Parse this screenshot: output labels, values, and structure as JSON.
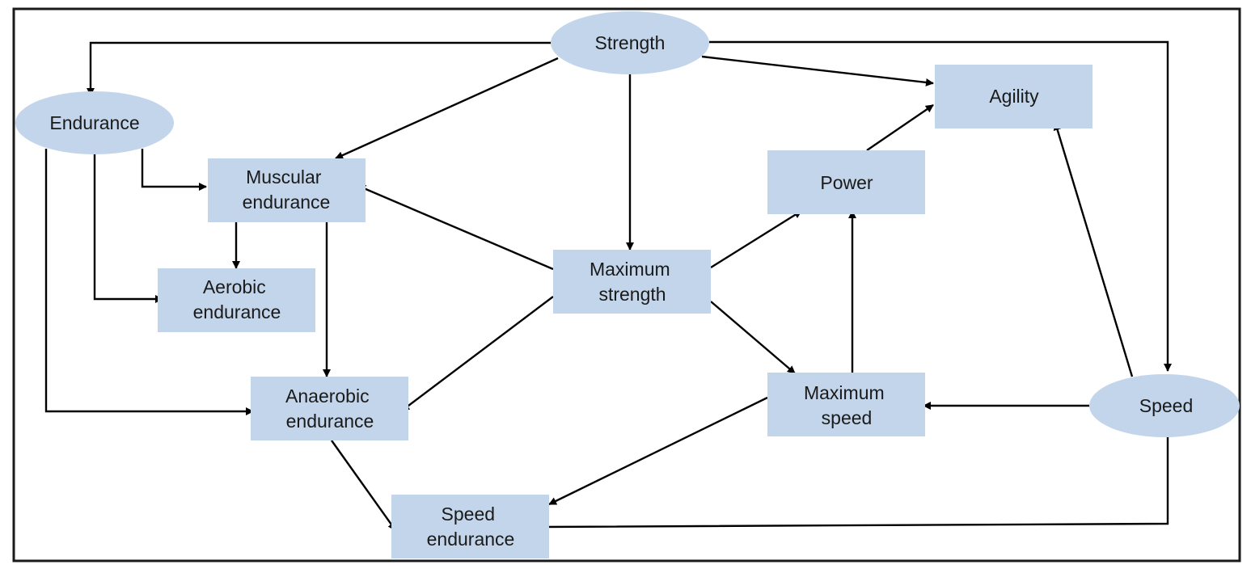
{
  "diagram": {
    "nodes": {
      "strength": {
        "lines": [
          "Strength"
        ]
      },
      "endurance": {
        "lines": [
          "Endurance"
        ]
      },
      "agility": {
        "lines": [
          "Agility"
        ]
      },
      "muscular_endurance": {
        "lines": [
          "Muscular",
          "endurance"
        ]
      },
      "power": {
        "lines": [
          "Power"
        ]
      },
      "aerobic_endurance": {
        "lines": [
          "Aerobic",
          "endurance"
        ]
      },
      "maximum_strength": {
        "lines": [
          "Maximum",
          "strength"
        ]
      },
      "anaerobic_endurance": {
        "lines": [
          "Anaerobic",
          "endurance"
        ]
      },
      "maximum_speed": {
        "lines": [
          "Maximum",
          "speed"
        ]
      },
      "speed": {
        "lines": [
          "Speed"
        ]
      },
      "speed_endurance": {
        "lines": [
          "Speed",
          "endurance"
        ]
      }
    },
    "edges": [
      {
        "from": "strength",
        "to": "endurance"
      },
      {
        "from": "strength",
        "to": "muscular_endurance"
      },
      {
        "from": "strength",
        "to": "maximum_strength"
      },
      {
        "from": "strength",
        "to": "agility"
      },
      {
        "from": "strength",
        "to": "speed"
      },
      {
        "from": "endurance",
        "to": "muscular_endurance"
      },
      {
        "from": "endurance",
        "to": "aerobic_endurance"
      },
      {
        "from": "endurance",
        "to": "anaerobic_endurance"
      },
      {
        "from": "muscular_endurance",
        "to": "aerobic_endurance"
      },
      {
        "from": "muscular_endurance",
        "to": "anaerobic_endurance"
      },
      {
        "from": "maximum_strength",
        "to": "muscular_endurance"
      },
      {
        "from": "maximum_strength",
        "to": "anaerobic_endurance"
      },
      {
        "from": "maximum_strength",
        "to": "power"
      },
      {
        "from": "maximum_strength",
        "to": "maximum_speed"
      },
      {
        "from": "power",
        "to": "agility"
      },
      {
        "from": "maximum_speed",
        "to": "power"
      },
      {
        "from": "maximum_speed",
        "to": "speed_endurance"
      },
      {
        "from": "speed",
        "to": "maximum_speed"
      },
      {
        "from": "speed",
        "to": "agility"
      },
      {
        "from": "speed",
        "to": "speed_endurance"
      },
      {
        "from": "anaerobic_endurance",
        "to": "speed_endurance"
      }
    ],
    "colors": {
      "node_fill": "#c3d5ea",
      "text": "#1a1a1a",
      "edge": "#000000",
      "frame": "#1a1a1a"
    }
  }
}
